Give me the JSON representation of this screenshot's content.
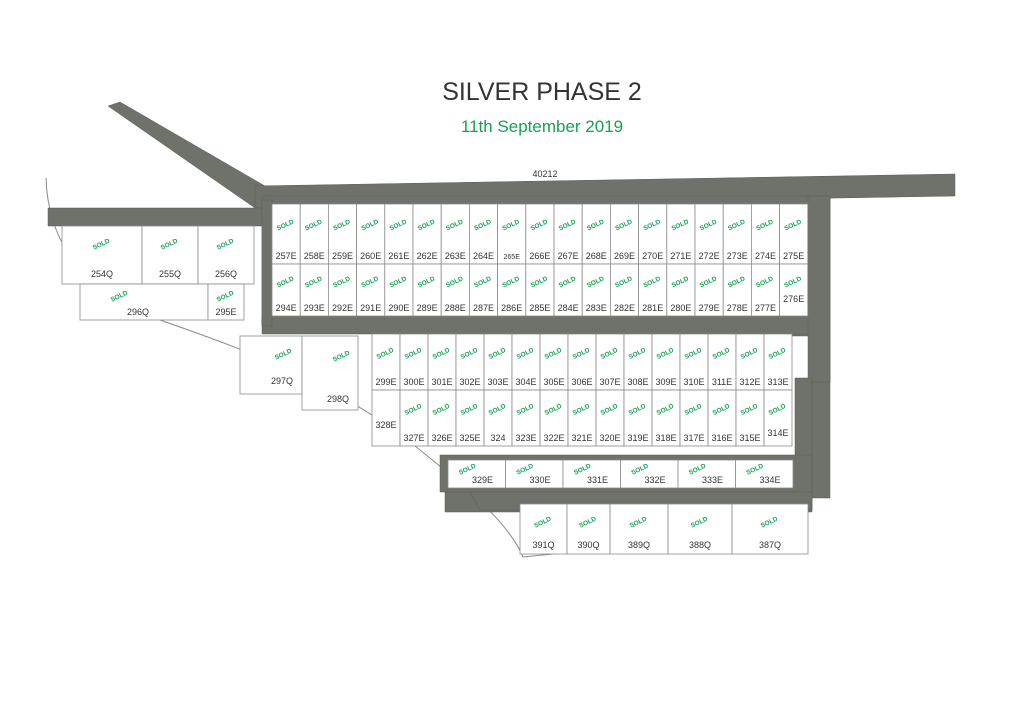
{
  "title": "SILVER PHASE 2",
  "date": "11th September 2019",
  "road_label": "40212",
  "sold_label": "SOLD",
  "colors": {
    "road": "#6f716b",
    "sold": "#15a155",
    "title": "#333333",
    "date": "#15a155",
    "lot_border": "#8a8a8a"
  },
  "blocks": {
    "row_top": [
      "257E",
      "258E",
      "259E",
      "260E",
      "261E",
      "262E",
      "263E",
      "264E",
      "265E",
      "266E",
      "267E",
      "268E",
      "269E",
      "270E",
      "271E",
      "272E",
      "273E",
      "274E",
      "275E"
    ],
    "row_top_sold": [
      true,
      true,
      true,
      true,
      true,
      true,
      true,
      true,
      true,
      true,
      true,
      true,
      true,
      true,
      true,
      true,
      true,
      true,
      true
    ],
    "row_second": [
      "294E",
      "293E",
      "292E",
      "291E",
      "290E",
      "289E",
      "288E",
      "287E",
      "286E",
      "285E",
      "284E",
      "283E",
      "282E",
      "281E",
      "280E",
      "279E",
      "278E",
      "277E",
      "276E"
    ],
    "row_second_sold": [
      true,
      true,
      true,
      true,
      true,
      true,
      true,
      true,
      true,
      true,
      true,
      true,
      true,
      true,
      true,
      true,
      true,
      true,
      true
    ],
    "row_third": [
      "299E",
      "300E",
      "301E",
      "302E",
      "303E",
      "304E",
      "305E",
      "306E",
      "307E",
      "308E",
      "309E",
      "310E",
      "311E",
      "312E",
      "313E"
    ],
    "row_third_sold": [
      true,
      true,
      true,
      true,
      true,
      true,
      true,
      true,
      true,
      true,
      true,
      true,
      true,
      true,
      true
    ],
    "row_fourth": [
      "328E",
      "327E",
      "326E",
      "325E",
      "324",
      "323E",
      "322E",
      "321E",
      "320E",
      "319E",
      "318E",
      "317E",
      "316E",
      "315E",
      "314E"
    ],
    "row_fourth_sold": [
      false,
      true,
      true,
      true,
      true,
      true,
      true,
      true,
      true,
      true,
      true,
      true,
      true,
      true,
      true
    ],
    "row_fifth": [
      "329E",
      "330E",
      "331E",
      "332E",
      "333E",
      "334E"
    ],
    "row_fifth_sold": [
      true,
      true,
      true,
      true,
      true,
      true
    ],
    "row_bottom": [
      "391Q",
      "390Q",
      "389Q",
      "388Q",
      "387Q"
    ],
    "row_bottom_sold": [
      true,
      true,
      true,
      true,
      true
    ],
    "left_top": [
      "254Q",
      "255Q",
      "256Q"
    ],
    "left_top_sold": [
      true,
      true,
      true
    ],
    "left_bottom": [
      "296Q",
      "295E"
    ],
    "left_bottom_sold": [
      true,
      true
    ],
    "middle": [
      "297Q",
      "298Q"
    ],
    "middle_sold": [
      true,
      true
    ]
  }
}
